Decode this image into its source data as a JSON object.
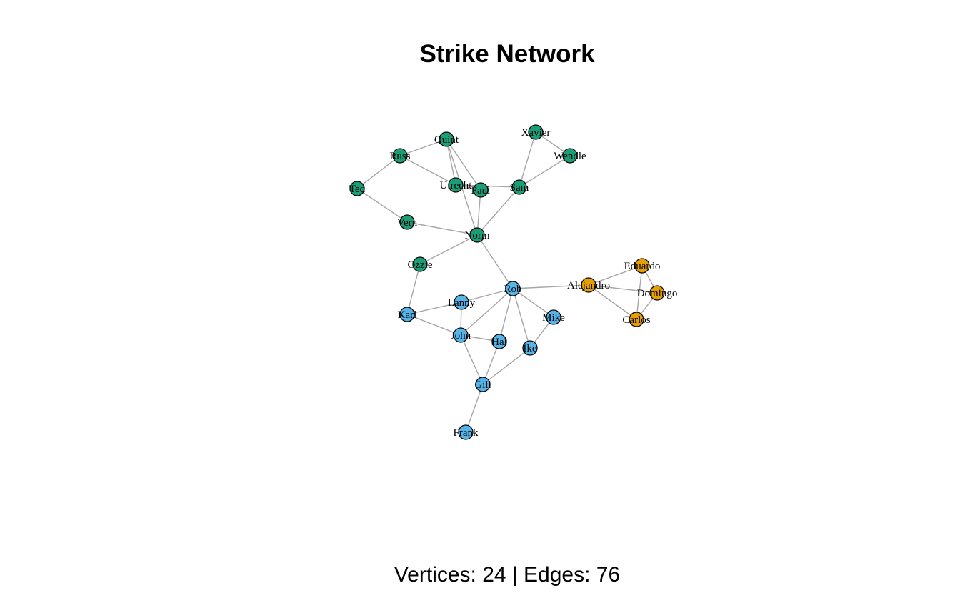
{
  "title": "Strike Network",
  "stats": "Vertices: 24 | Edges: 76",
  "colors": {
    "group_1": "#1a9e77",
    "group_2": "#56b4e9",
    "group_3": "#e69f00",
    "edge": "#a6a6a6",
    "node_border": "#000000"
  },
  "nodes": [
    {
      "id": "Quint",
      "group": "group_1"
    },
    {
      "id": "Xavier",
      "group": "group_1"
    },
    {
      "id": "Russ",
      "group": "group_1"
    },
    {
      "id": "Wendle",
      "group": "group_1"
    },
    {
      "id": "Ted",
      "group": "group_1"
    },
    {
      "id": "Utrecht",
      "group": "group_1"
    },
    {
      "id": "Paul",
      "group": "group_1"
    },
    {
      "id": "Sam",
      "group": "group_1"
    },
    {
      "id": "Vern",
      "group": "group_1"
    },
    {
      "id": "Norm",
      "group": "group_1"
    },
    {
      "id": "Ozzie",
      "group": "group_1"
    },
    {
      "id": "Rob",
      "group": "group_2"
    },
    {
      "id": "Lanny",
      "group": "group_2"
    },
    {
      "id": "Karl",
      "group": "group_2"
    },
    {
      "id": "Mike",
      "group": "group_2"
    },
    {
      "id": "John",
      "group": "group_2"
    },
    {
      "id": "Hal",
      "group": "group_2"
    },
    {
      "id": "Ike",
      "group": "group_2"
    },
    {
      "id": "Gill",
      "group": "group_2"
    },
    {
      "id": "Frank",
      "group": "group_2"
    },
    {
      "id": "Alejandro",
      "group": "group_3"
    },
    {
      "id": "Eduardo",
      "group": "group_3"
    },
    {
      "id": "Domingo",
      "group": "group_3"
    },
    {
      "id": "Carlos",
      "group": "group_3"
    }
  ],
  "edges": [
    [
      "Russ",
      "Quint"
    ],
    [
      "Russ",
      "Ted"
    ],
    [
      "Russ",
      "Utrecht"
    ],
    [
      "Quint",
      "Utrecht"
    ],
    [
      "Quint",
      "Paul"
    ],
    [
      "Quint",
      "Norm"
    ],
    [
      "Xavier",
      "Wendle"
    ],
    [
      "Xavier",
      "Sam"
    ],
    [
      "Wendle",
      "Sam"
    ],
    [
      "Utrecht",
      "Paul"
    ],
    [
      "Utrecht",
      "Sam"
    ],
    [
      "Paul",
      "Norm"
    ],
    [
      "Sam",
      "Norm"
    ],
    [
      "Ted",
      "Vern"
    ],
    [
      "Vern",
      "Norm"
    ],
    [
      "Norm",
      "Ozzie"
    ],
    [
      "Norm",
      "Rob"
    ],
    [
      "Ozzie",
      "Karl"
    ],
    [
      "Rob",
      "Lanny"
    ],
    [
      "Rob",
      "John"
    ],
    [
      "Rob",
      "Hal"
    ],
    [
      "Rob",
      "Ike"
    ],
    [
      "Rob",
      "Mike"
    ],
    [
      "Rob",
      "Alejandro"
    ],
    [
      "Karl",
      "Lanny"
    ],
    [
      "Karl",
      "John"
    ],
    [
      "Lanny",
      "John"
    ],
    [
      "John",
      "Hal"
    ],
    [
      "John",
      "Gill"
    ],
    [
      "Hal",
      "Gill"
    ],
    [
      "Mike",
      "Ike"
    ],
    [
      "Ike",
      "Gill"
    ],
    [
      "Gill",
      "Frank"
    ],
    [
      "Alejandro",
      "Eduardo"
    ],
    [
      "Alejandro",
      "Domingo"
    ],
    [
      "Alejandro",
      "Carlos"
    ],
    [
      "Eduardo",
      "Domingo"
    ],
    [
      "Eduardo",
      "Carlos"
    ],
    [
      "Domingo",
      "Carlos"
    ]
  ]
}
